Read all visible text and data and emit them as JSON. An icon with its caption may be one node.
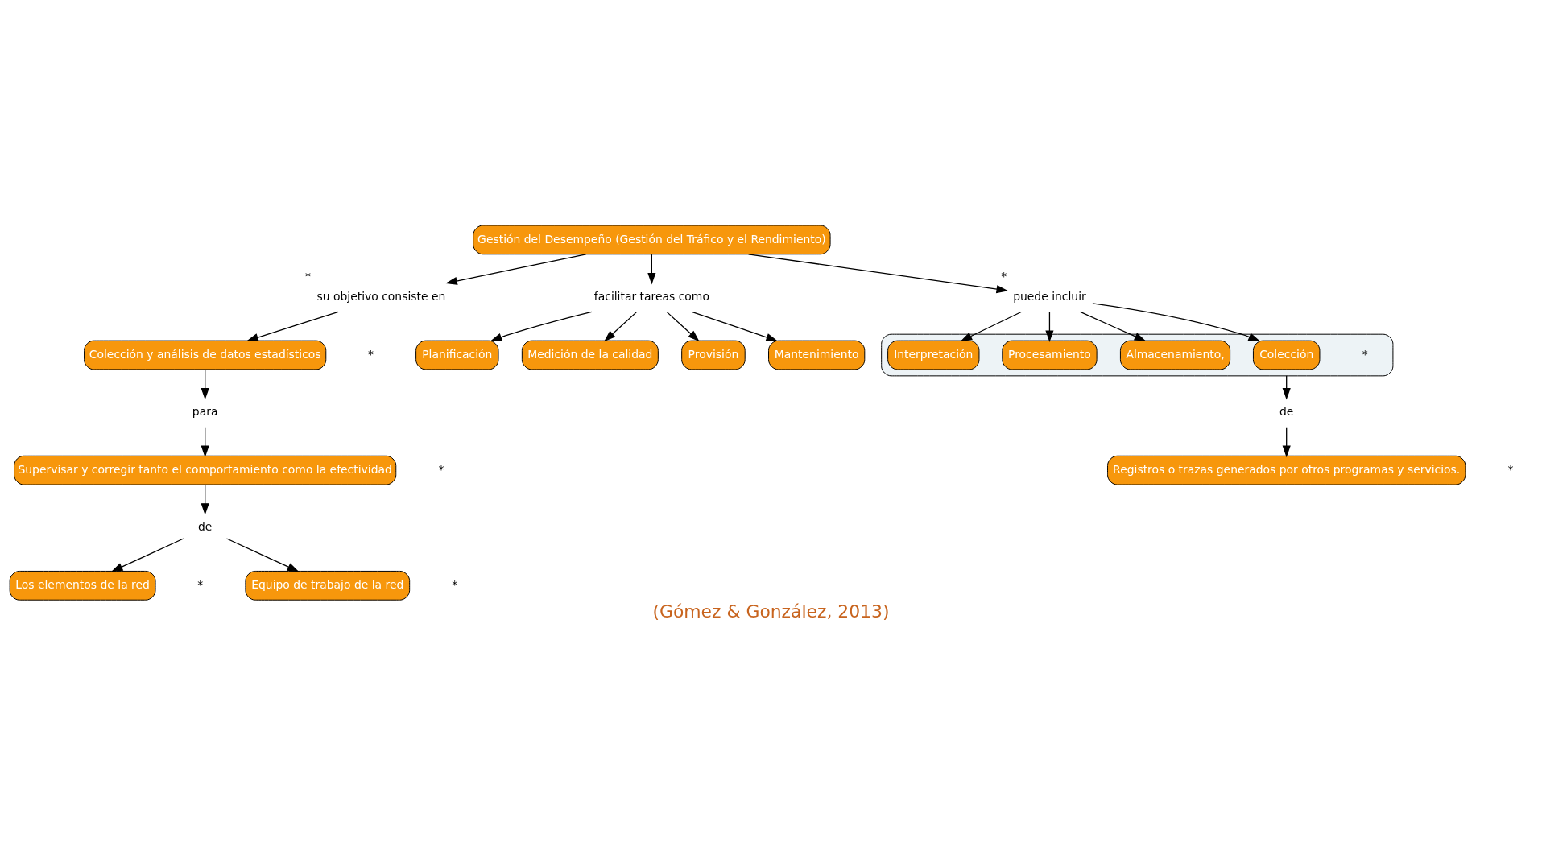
{
  "diagram": {
    "caption": "(Gómez & González, 2013)",
    "nodes": [
      {
        "text": [
          "Gestión del Desempeño (Gestión del Tráfico y el Rendimiento)"
        ]
      },
      {
        "text": [
          "su objetivo consiste en"
        ],
        "beside": [
          "*"
        ]
      },
      {
        "text": [
          "facilitar tareas como"
        ]
      },
      {
        "text": [
          "puede incluir"
        ],
        "beside": [
          "*"
        ]
      },
      {
        "text": [
          "Colección y análisis de datos estadísticos"
        ],
        "beside": [
          "*"
        ]
      },
      {
        "text": [
          "Planificación"
        ]
      },
      {
        "text": [
          "Medición de la calidad"
        ]
      },
      {
        "text": [
          "Provisión"
        ]
      },
      {
        "text": [
          "Mantenimiento"
        ]
      },
      {
        "text": [],
        "shape": "box",
        "beside": [
          "*"
        ]
      },
      {
        "text": [
          "Colección"
        ],
        "in": 9
      },
      {
        "text": [
          "Almacenamiento,"
        ],
        "in": 9
      },
      {
        "text": [
          "Procesamiento"
        ],
        "in": 9
      },
      {
        "text": [
          "Interpretación"
        ],
        "in": 9
      },
      {
        "text": [
          "para"
        ]
      },
      {
        "text": [
          "Supervisar y corregir tanto el comportamiento como la efectividad"
        ],
        "beside": [
          "*"
        ]
      },
      {
        "text": [
          "de"
        ]
      },
      {
        "text": [
          "de"
        ]
      },
      {
        "text": [
          "Registros o trazas generados por otros programas y servicios."
        ],
        "beside": [
          "*"
        ]
      },
      {
        "text": [
          "Los elementos de la red"
        ],
        "beside": [
          "*"
        ]
      },
      {
        "text": [
          "Equipo de trabajo de la red"
        ],
        "beside": [
          "*"
        ]
      }
    ],
    "edges": [
      {
        "from": 0,
        "to": 1,
        "arrow": "to"
      },
      {
        "from": 0,
        "to": 2,
        "arrow": "to"
      },
      {
        "from": 0,
        "to": 3,
        "arrow": "to"
      },
      {
        "from": 1,
        "to": 4,
        "arrow": "to"
      },
      {
        "from": 2,
        "to": 5,
        "arrow": "to"
      },
      {
        "from": 2,
        "to": 7,
        "arrow": "to"
      },
      {
        "from": 2,
        "to": 8,
        "arrow": "to"
      },
      {
        "from": 2,
        "to": 6,
        "arrow": "to"
      },
      {
        "from": 3,
        "to": 10,
        "arrow": "to"
      },
      {
        "from": 3,
        "to": 12,
        "arrow": "to"
      },
      {
        "from": 3,
        "to": 13,
        "arrow": "to"
      },
      {
        "from": 3,
        "to": 11,
        "arrow": "to"
      },
      {
        "from": 4,
        "to": 14,
        "arrow": "to"
      },
      {
        "from": 14,
        "to": 15,
        "arrow": "to"
      },
      {
        "from": 15,
        "to": 16,
        "arrow": "to"
      },
      {
        "from": 16,
        "to": 19,
        "arrow": "to"
      },
      {
        "from": 16,
        "to": 20,
        "arrow": "to"
      },
      {
        "from": 9,
        "to": 17,
        "arrow": "to"
      },
      {
        "from": 17,
        "to": 18,
        "arrow": "to"
      }
    ]
  }
}
